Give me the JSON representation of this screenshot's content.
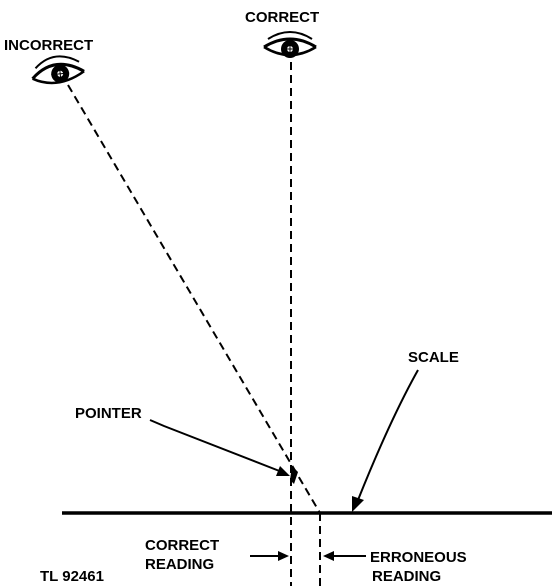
{
  "labels": {
    "incorrect": "INCORRECT",
    "correct": "CORRECT",
    "scale": "SCALE",
    "pointer": "POINTER",
    "correct_reading_line1": "CORRECT",
    "correct_reading_line2": "READING",
    "erroneous_reading_line1": "ERRONEOUS",
    "erroneous_reading_line2": "READING",
    "figure_id": "TL 92461"
  },
  "icons": {
    "incorrect_eye": "eye-icon",
    "correct_eye": "eye-icon"
  },
  "colors": {
    "ink": "#000000",
    "background": "#ffffff"
  }
}
